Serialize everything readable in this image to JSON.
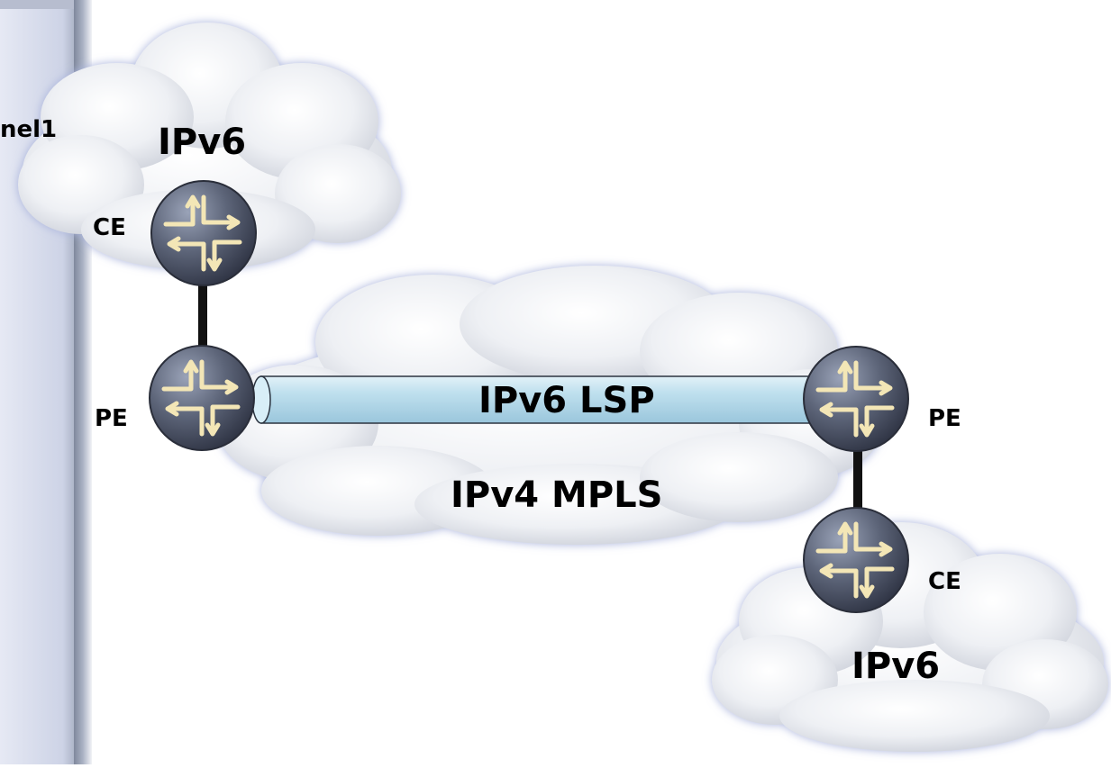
{
  "side_panel": {
    "label": "nel1"
  },
  "clouds": {
    "top_left": {
      "label": "IPv6"
    },
    "middle": {
      "label": "IPv4 MPLS"
    },
    "bottom_right": {
      "label": "IPv6"
    }
  },
  "routers": {
    "ce_top": {
      "label": "CE"
    },
    "pe_left": {
      "label": "PE"
    },
    "pe_right": {
      "label": "PE"
    },
    "ce_bottom": {
      "label": "CE"
    }
  },
  "tunnel": {
    "label": "IPv6 LSP"
  },
  "colors": {
    "panel": "#d4d9ea",
    "panel_dark": "#9aa3b6",
    "router": "#5d6579",
    "router_arrow": "#f3e6b6",
    "tunnel": "#b9dced",
    "link": "#111111"
  }
}
